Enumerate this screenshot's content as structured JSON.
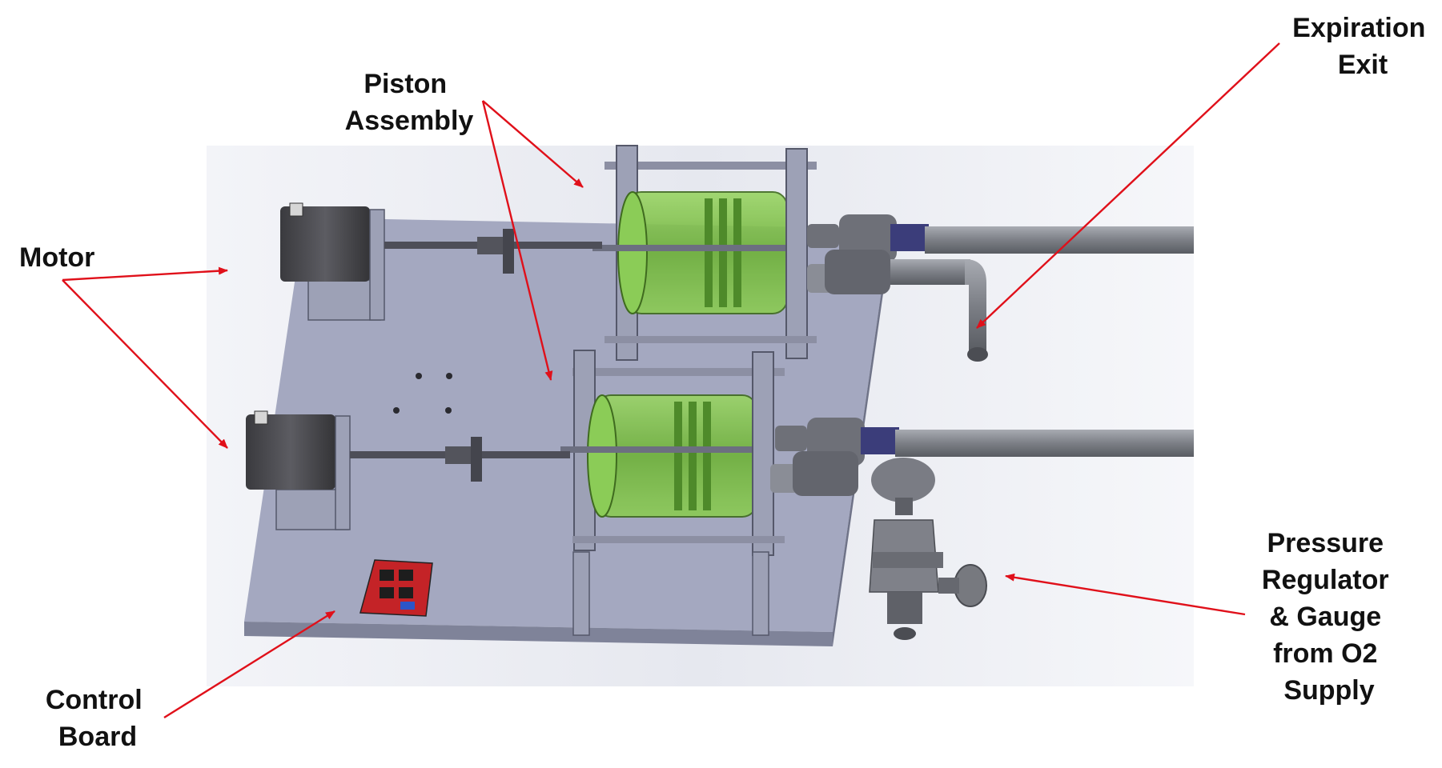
{
  "labels": {
    "piston_assembly": [
      "Piston",
      "Assembly"
    ],
    "motor": [
      "Motor"
    ],
    "expiration_exit": [
      "Expiration",
      "Exit"
    ],
    "control_board": [
      "Control",
      "Board"
    ],
    "pressure_regulator": [
      "Pressure",
      "Regulator",
      "& Gauge",
      "from O2",
      "Supply"
    ]
  },
  "colors": {
    "annotation_arrow": "#e0101a",
    "label_text": "#111111",
    "base_plate": "#a4a8c0",
    "cylinder_fill": "#7fc24a",
    "motor_body": "#4a4a4e",
    "pipe": "#7c7f86"
  }
}
